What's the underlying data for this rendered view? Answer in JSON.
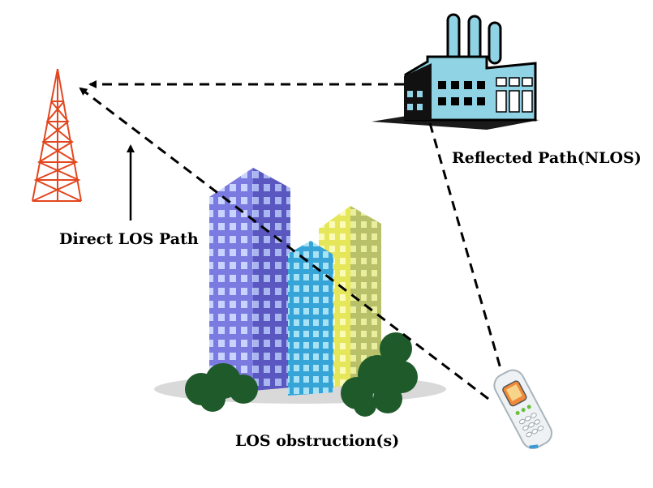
{
  "labels": {
    "direct_path": "Direct LOS Path",
    "reflected_path": "Reflected Path(NLOS)",
    "obstruction": "LOS obstruction(s)"
  },
  "icons": {
    "tower": "radio-tower-icon",
    "factory": "factory-icon",
    "buildings": "office-buildings-icon",
    "phone": "mobile-phone-icon"
  },
  "colors": {
    "tower": "#e2471f",
    "factory_body": "#8fd3e4",
    "factory_outline": "#000000",
    "building_purple": "#6f6fd8",
    "building_blue": "#3aa6d6",
    "building_yellow": "#e8e85a",
    "trees": "#1f5a2a",
    "path_line": "#000000"
  }
}
